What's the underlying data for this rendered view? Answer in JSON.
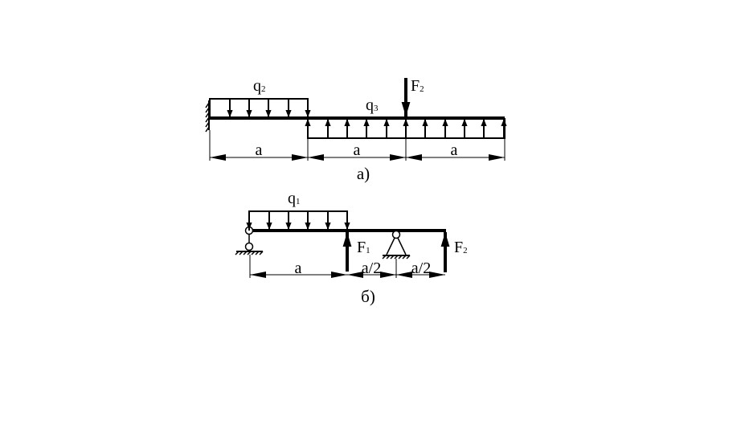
{
  "diagram_a": {
    "caption": "а)",
    "load_q2": {
      "symbol": "q",
      "index": "2"
    },
    "load_q3": {
      "symbol": "q",
      "index": "3"
    },
    "force_F2": {
      "symbol": "F",
      "index": "2"
    },
    "dimensions": [
      "a",
      "a",
      "a"
    ]
  },
  "diagram_b": {
    "caption": "б)",
    "load_q1": {
      "symbol": "q",
      "index": "1"
    },
    "force_F1": {
      "symbol": "F",
      "index": "1"
    },
    "force_F2": {
      "symbol": "F",
      "index": "2"
    },
    "dimensions": [
      "a",
      "a/2",
      "a/2"
    ]
  },
  "colors": {
    "ink": "#000000",
    "background": "#ffffff"
  }
}
